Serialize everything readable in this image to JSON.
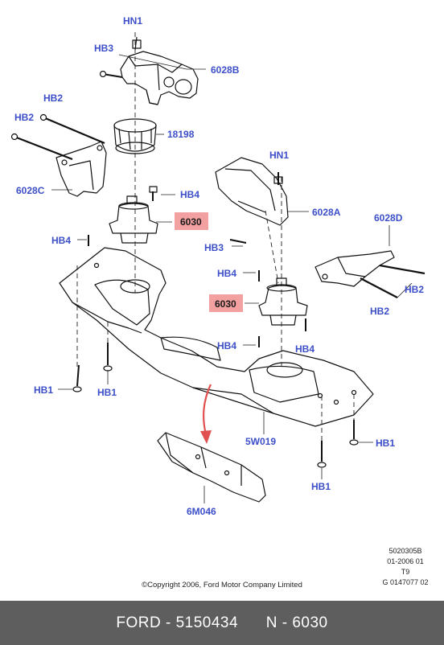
{
  "labels": {
    "hn1_top": "HN1",
    "hb3_top": "HB3",
    "p6028b": "6028B",
    "hb2_a": "HB2",
    "hb2_b": "HB2",
    "p18198": "18198",
    "hn1_mid": "HN1",
    "p6028c": "6028C",
    "hb4_upper": "HB4",
    "p6030_upper": "6030",
    "p6028a": "6028A",
    "p6028d": "6028D",
    "hb4_left": "HB4",
    "hb3_mid": "HB3",
    "hb4_mid": "HB4",
    "hb2_right": "HB2",
    "p6030_lower": "6030",
    "hb2_right_low": "HB2",
    "hb4_low_left": "HB4",
    "hb4_low_right": "HB4",
    "hb1_far_left": "HB1",
    "hb1_left": "HB1",
    "p5w019": "5W019",
    "hb1_right": "HB1",
    "hb1_bottom": "HB1",
    "p6m046": "6M046"
  },
  "meta": {
    "line1": "5020305B",
    "line2": "01-2006 01",
    "line3": "T9",
    "line4": "G 0147077 02"
  },
  "copyright": "©Copyright 2006, Ford Motor Company Limited",
  "footer": {
    "brand": "FORD - 5150434",
    "part": "N - 6030"
  },
  "colors": {
    "label": "#3c4fc8",
    "highlight": "#f2a0a0",
    "arrow": "#e05050",
    "footer_bg": "#5e5e5e"
  }
}
